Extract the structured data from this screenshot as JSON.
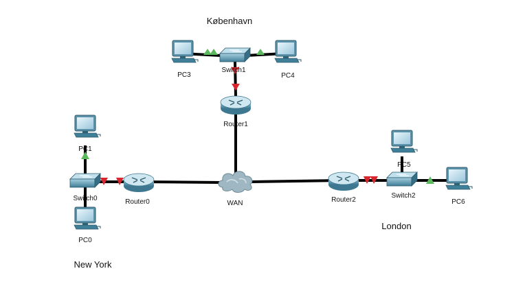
{
  "sites": {
    "kobenhavn": "København",
    "london": "London",
    "new_york": "New York"
  },
  "devices": {
    "pc0": "PC0",
    "pc1": "PC1",
    "pc3": "PC3",
    "pc4": "PC4",
    "pc5": "PC5",
    "pc6": "PC6",
    "switch0": "Switch0",
    "switch1": "Switch1",
    "switch2": "Switch2",
    "router0": "Router0",
    "router1": "Router1",
    "router2": "Router2",
    "wan": "WAN"
  },
  "colors": {
    "link": "#000000",
    "status_up": "#5cb85c",
    "status_down": "#d9252e",
    "device_body": "#4f8fa6",
    "screen": "#cfe6f2"
  }
}
